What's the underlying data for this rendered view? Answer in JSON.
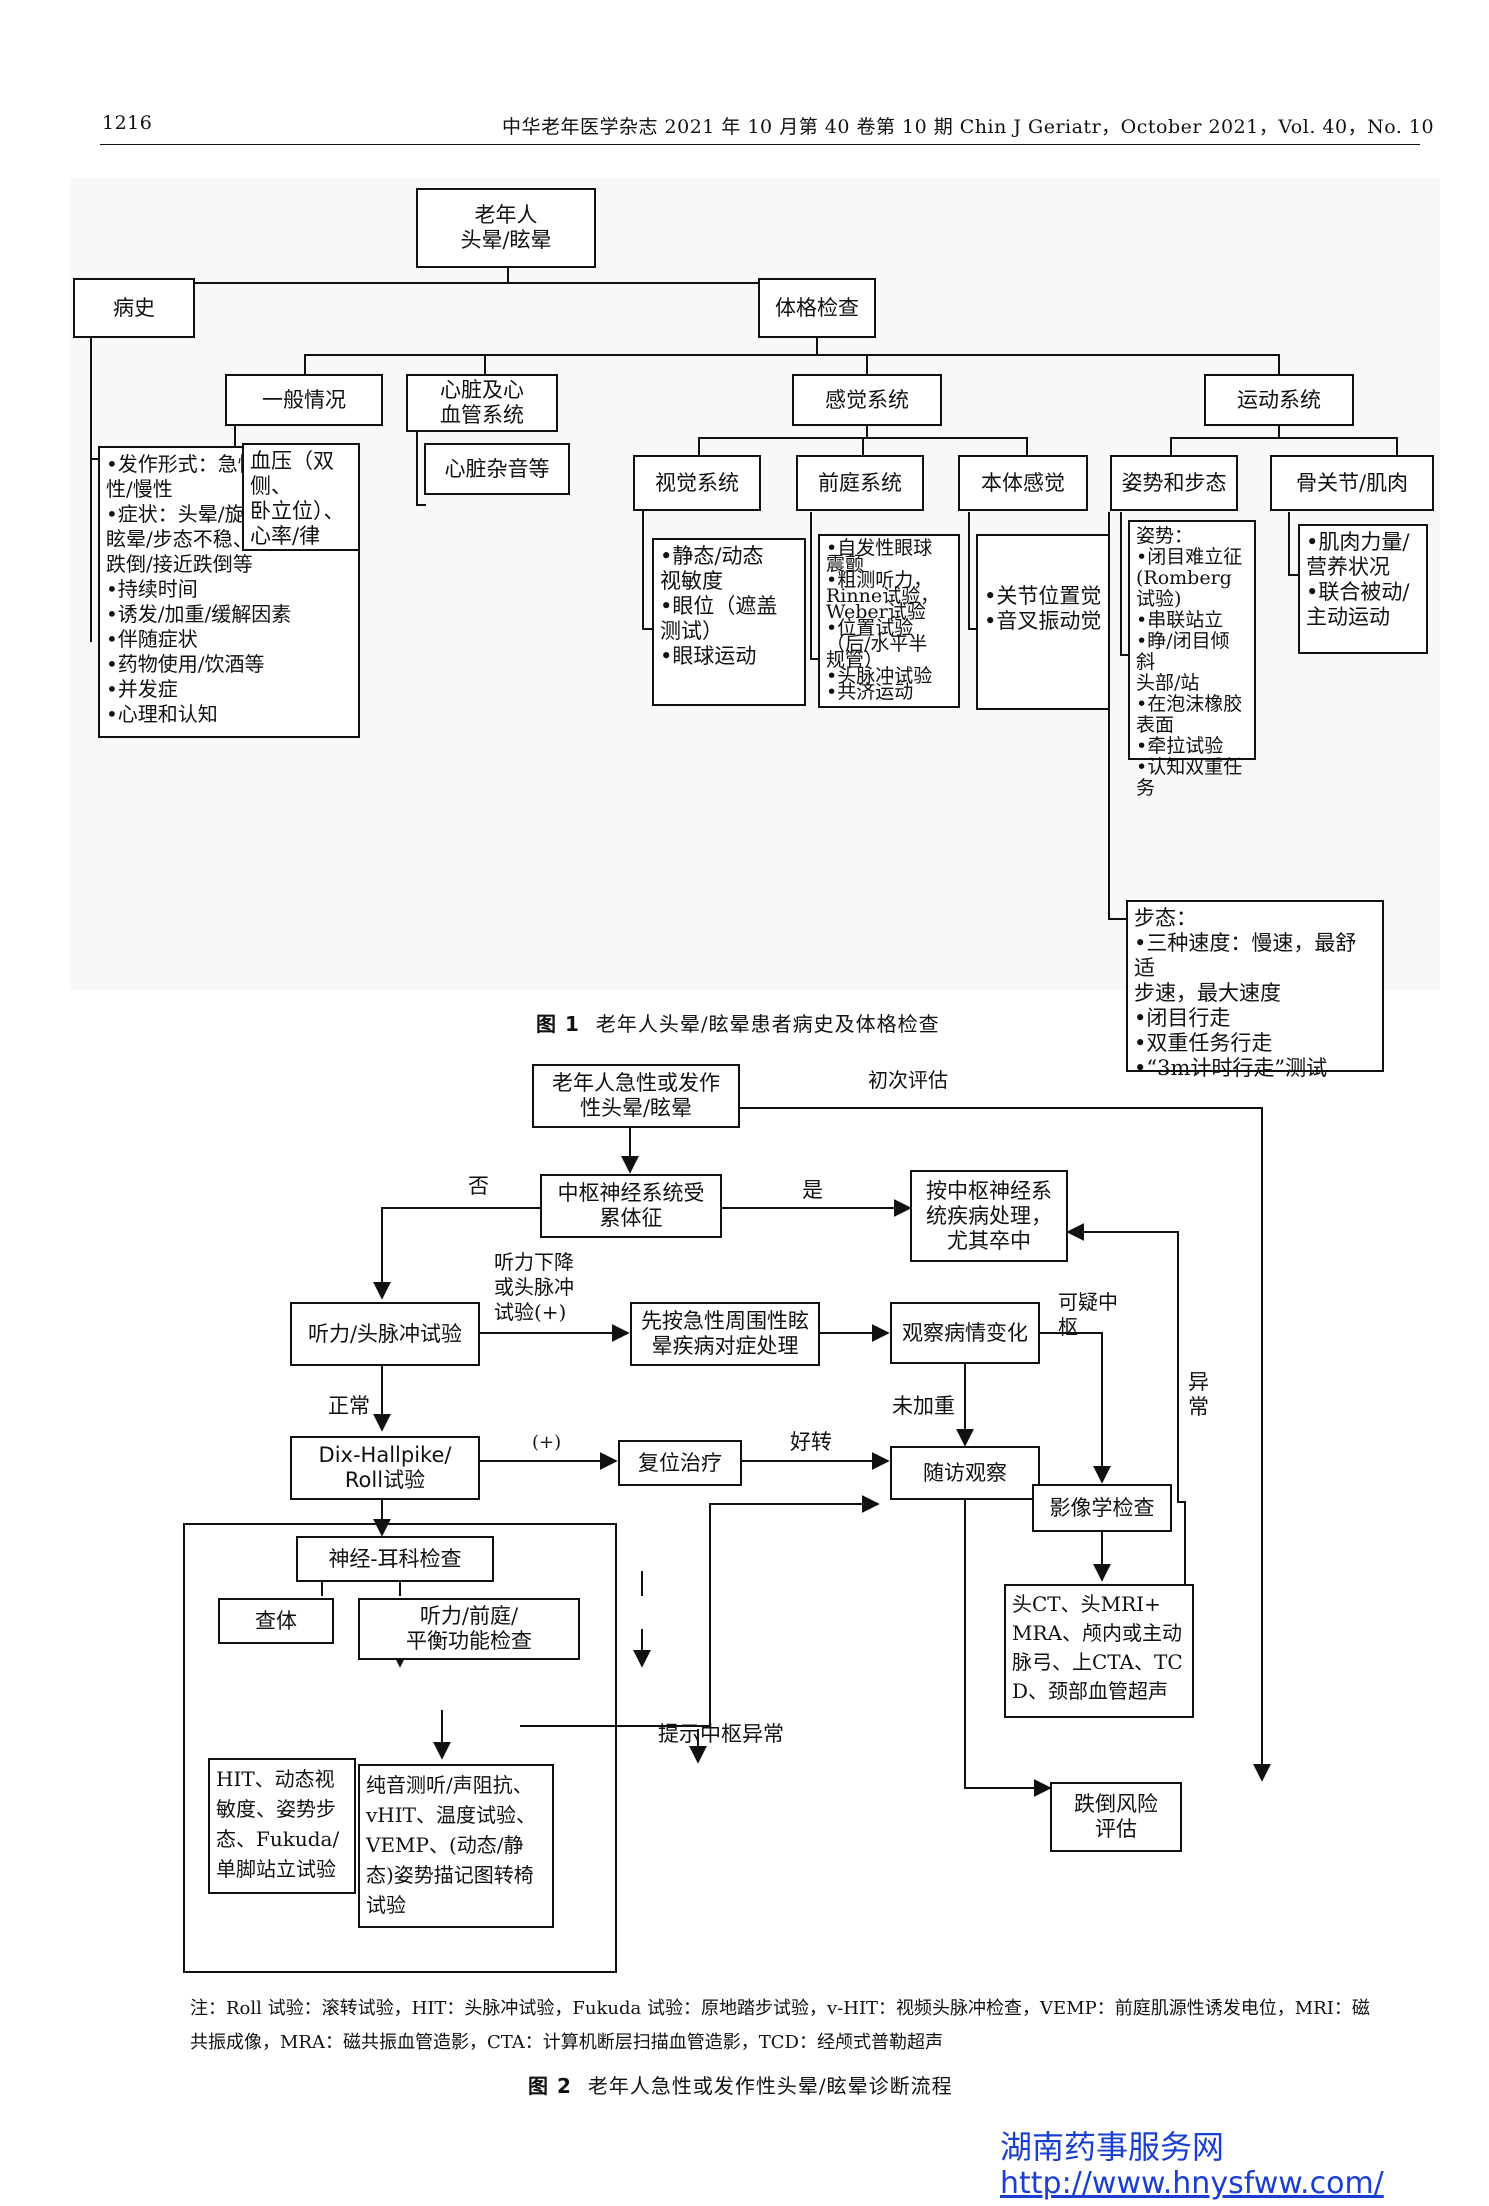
{
  "header": {
    "page_number": "1216",
    "journal": "中华老年医学杂志 2021 年 10 月第 40 卷第 10 期  Chin J Geriatr，October 2021，Vol. 40，No. 10"
  },
  "figure1": {
    "root": "老年人\n头晕/眩晕",
    "history": {
      "label": "病史",
      "items": "•发作形式：急性/发作\n                性/慢性\n•症状：头晕/旋转性\n          眩晕/步态不稳、\n          跌倒/接近跌倒等\n•持续时间\n•诱发/加重/缓解因素\n•伴随症状\n•药物使用/饮酒等\n•并发症\n•心理和认知"
    },
    "exam": {
      "label": "体格检查",
      "general": {
        "label": "一般情况",
        "detail": "血压（双侧、\n卧立位）、\n心率/律"
      },
      "cardiac": {
        "label": "心脏及心\n血管系统",
        "detail": "心脏杂音等"
      },
      "sensory": {
        "label": "感觉系统",
        "visual": {
          "label": "视觉系统",
          "detail": "•静态/动态\n  视敏度\n•眼位（遮盖\n  测试）\n•眼球运动"
        },
        "vestibular": {
          "label": "前庭系统",
          "detail": "•自发性眼球\n  震颤\n•粗测听力，\n  Rinne试验，\n  Weber试验\n•位置试验\n  （后/水平半\n  规管）\n•头脉冲试验\n•共济运动"
        },
        "proprio": {
          "label": "本体感觉",
          "detail": "•关节位置觉\n•音叉振动觉"
        }
      },
      "motor": {
        "label": "运动系统",
        "posture": {
          "label": "姿势和步态",
          "detail": "姿势：\n•闭目难立征\n  (Romberg\n  试验)\n•串联站立\n•睁/闭目倾斜\n  头部/站\n•在泡沫橡胶\n  表面\n•牵拉试验\n•认知双重任\n  务"
        },
        "gait": "  步态：\n•三种速度：慢速，最舒适\n  步速，最大速度\n•闭目行走\n•双重任务行走\n•“3m计时行走”测试",
        "bone": {
          "label": "骨关节/肌肉",
          "detail": "•肌肉力量/\n  营养状况\n•联合被动/\n  主动运动"
        }
      }
    },
    "caption_num": "图 1",
    "caption": "老年人头晕/眩晕患者病史及体格检查"
  },
  "figure2": {
    "start": "老年人急性或发作\n性头晕/眩晕",
    "initial_eval": "初次评估",
    "cns_signs": "中枢神经系统受\n累体征",
    "no": "否",
    "yes": "是",
    "cns_treat": "按中枢神经系\n统疾病处理，\n尤其卒中",
    "hearing_test": "听力/头脉冲试验",
    "hearing_pos": "听力下降\n或头脉冲\n试验(+)",
    "peripheral": "先按急性周围性眩\n晕疾病对症处理",
    "observe": "观察病情变化",
    "suspect_central": "可疑中\n枢",
    "abnormal": "异\n常",
    "normal": "正常",
    "not_worse": "未加重",
    "dix": "Dix-Hallpike/\nRoll试验",
    "plus": "(+)",
    "reposition": "复位治疗",
    "better": "好转",
    "followup": "随访观察",
    "imaging": "影像学检查",
    "imaging_detail": "头CT、头MRI+\nMRA、颅内或主动\n脉弓、上CTA、TC\nD、颈部血管超声",
    "neuro_ent": "神经-耳科检查",
    "physical": "查体",
    "function_test": "听力/前庭/\n平衡功能检查",
    "central_hint": "提示中枢异常",
    "fall_risk": "跌倒风险\n评估",
    "physical_detail": "HIT、动态视\n敏度、姿势步\n态、Fukuda/\n单脚站立试验",
    "function_detail": "纯音测听/声阻抗、\nvHIT、温度试验、\nVEMP、(动态/静\n态)姿势描记图转椅\n试验",
    "note": "注：Roll 试验：滚转试验，HIT：头脉冲试验，Fukuda 试验：原地踏步试验，v-HIT：视频头脉冲检查，VEMP：前庭肌源性诱发电位，MRI：磁共振成像，MRA：磁共振血管造影，CTA：计算机断层扫描血管造影，TCD：经颅式普勒超声",
    "caption_num": "图 2",
    "caption": "老年人急性或发作性头晕/眩晕诊断流程"
  },
  "watermark": {
    "name": "湖南药事服务网",
    "url": "http://www.hnysfww.com/"
  }
}
